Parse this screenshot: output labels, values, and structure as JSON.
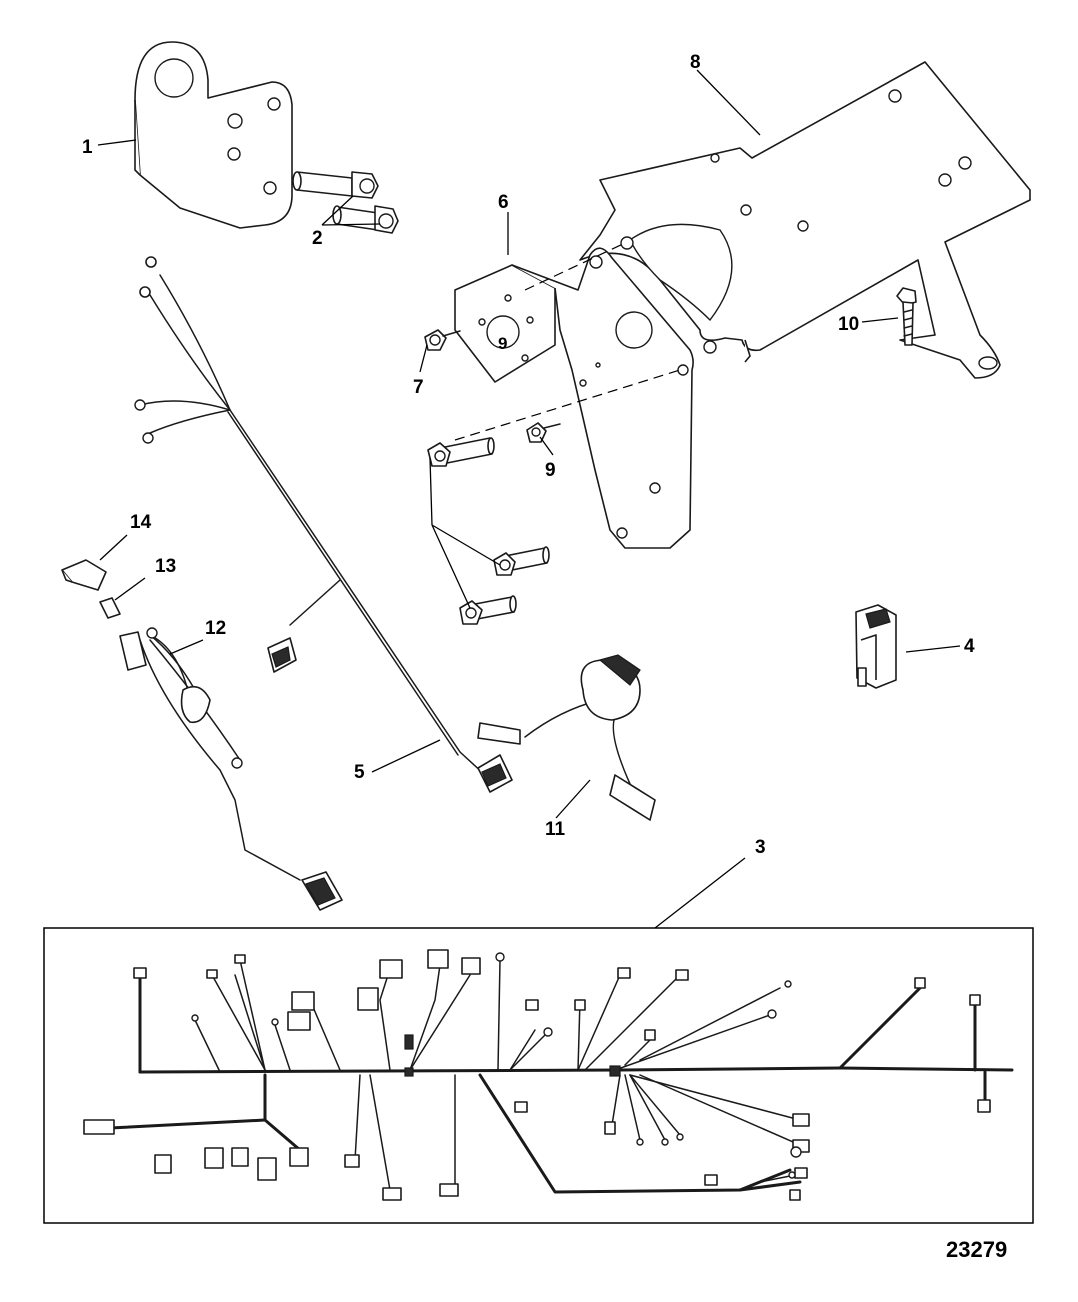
{
  "figure_id": "23279",
  "callouts": {
    "c1": "1",
    "c2": "2",
    "c3": "3",
    "c4": "4",
    "c5": "5",
    "c6": "6",
    "c7": "7",
    "c8": "8",
    "c9a": "9",
    "c9b": "9",
    "c10": "10",
    "c11": "11",
    "c12": "12",
    "c13": "13",
    "c14": "14"
  }
}
